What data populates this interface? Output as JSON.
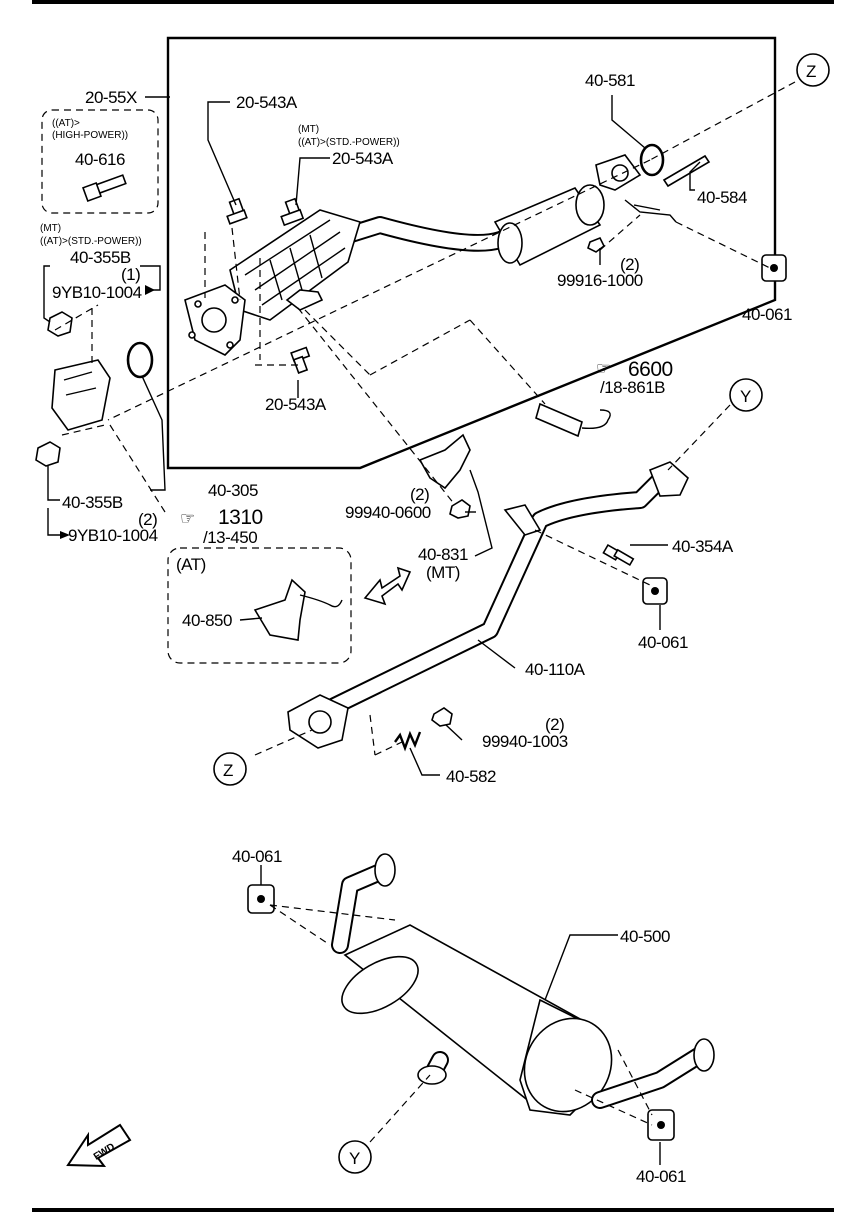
{
  "callouts": {
    "z": "Z",
    "y": "Y"
  },
  "labels": {
    "l_2055x": "20-55X",
    "l_20543a_1": "20-543A",
    "l_mt": "(MT)",
    "l_at_std_1": "((AT)>(STD.-POWER))",
    "l_20543a_2": "20-543A",
    "l_20543a_3": "20-543A",
    "l_at_hp_1": "((AT)>",
    "l_at_hp_2": "(HIGH-POWER))",
    "l_40616": "40-616",
    "l_mt2": "(MT)",
    "l_at_std_2": "((AT)>(STD.-POWER))",
    "l_40355b_1": "40-355B",
    "l_qty1": "(1)",
    "l_9yb_1": "9YB10-1004",
    "l_40581": "40-581",
    "l_40584": "40-584",
    "l_qty2_a": "(2)",
    "l_99916": "99916-1000",
    "l_40061_1": "40-061",
    "l_6600": "6600",
    "l_18861b": "/18-861B",
    "l_40305": "40-305",
    "l_40355b_2": "40-355B",
    "l_qty2_b": "(2)",
    "l_1310": "1310",
    "l_13450": "/13-450",
    "l_9yb_2": "9YB10-1004",
    "l_qty2_c": "(2)",
    "l_99940_0600": "99940-0600",
    "l_40831": "40-831",
    "l_mt3": "(MT)",
    "l_at": "(AT)",
    "l_40850": "40-850",
    "l_40354a": "40-354A",
    "l_40061_2": "40-061",
    "l_40110a": "40-110A",
    "l_qty2_d": "(2)",
    "l_99940_1003": "99940-1003",
    "l_40582": "40-582",
    "l_40061_3": "40-061",
    "l_40500": "40-500",
    "l_40061_4": "40-061",
    "l_fwd": "FWD"
  }
}
